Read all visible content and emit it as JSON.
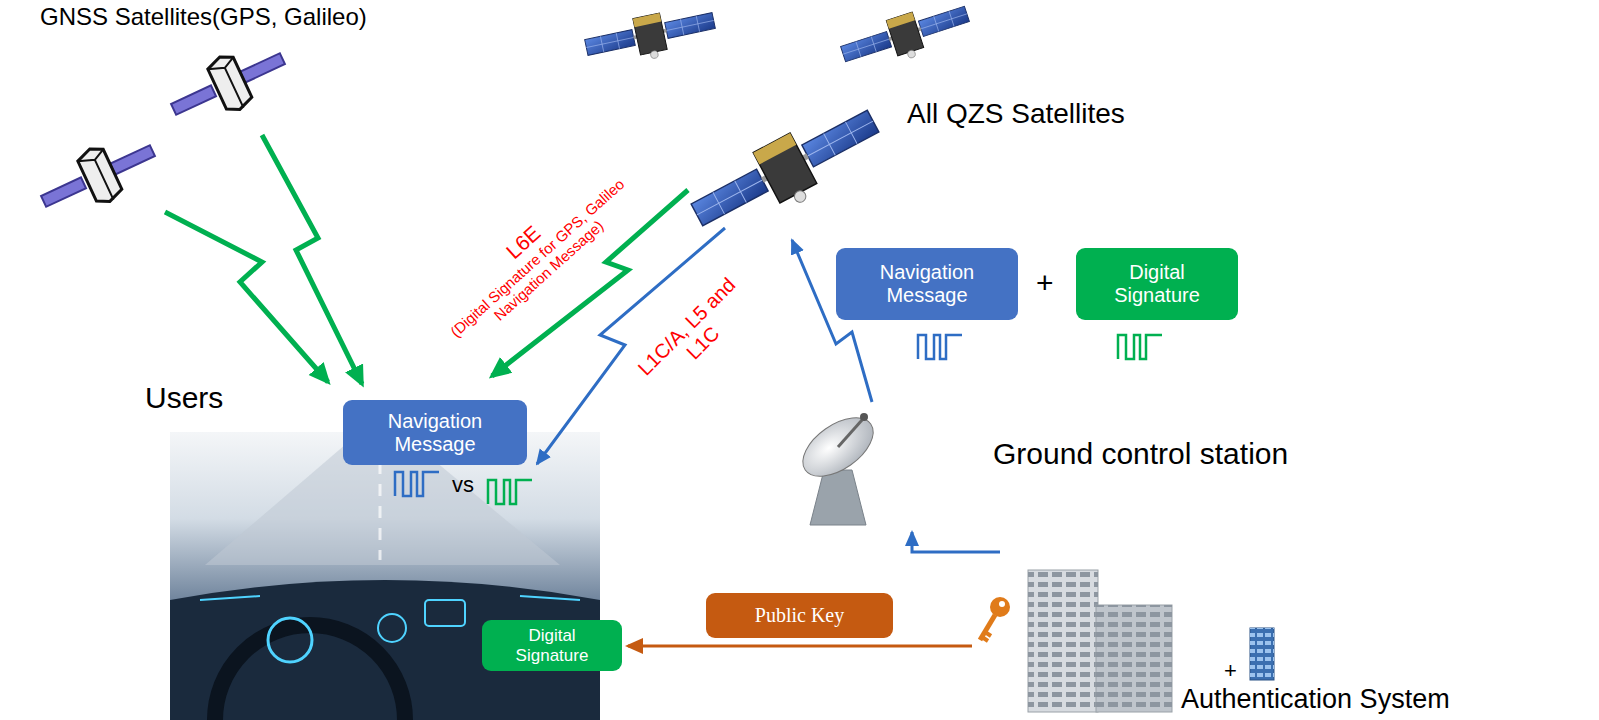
{
  "diagram": {
    "nodes": [
      {
        "text": [
          "Navigation Message"
        ]
      },
      {
        "text": [
          "Digital Signature"
        ]
      },
      {
        "text": [
          "Navigation Message"
        ]
      },
      {
        "text": [
          "Digital Signature"
        ]
      },
      {
        "text": [
          "Public Key"
        ]
      }
    ],
    "labels": [
      "GNSS Satellites(GPS, Galileo)",
      "All QZS Satellites",
      "L6E",
      "(Digital Signature for GPS, Galileo Navigation Message)",
      "L1C/A, L5 and L1C",
      "Users",
      "+",
      "vs",
      "Ground control station",
      "+",
      "Authentication System"
    ]
  }
}
